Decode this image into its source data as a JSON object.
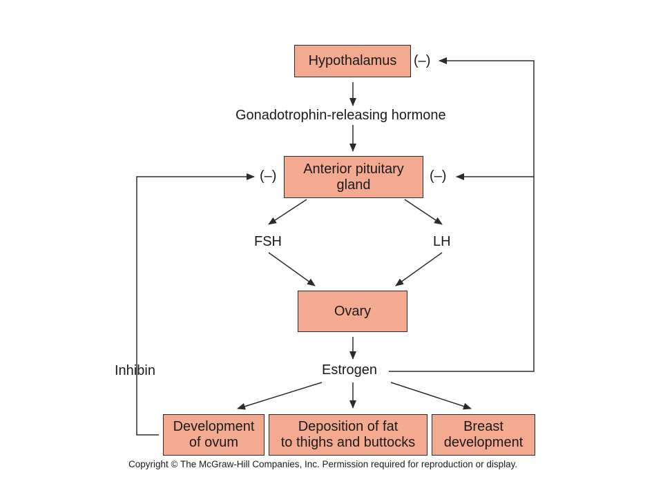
{
  "colors": {
    "box_fill": "#f4a991",
    "line": "#2b2b2b"
  },
  "nodes": {
    "hypothalamus": "Hypothalamus",
    "anterior_pituitary": "Anterior pituitary\ngland",
    "ovary": "Ovary",
    "development_of_ovum": "Development\nof ovum",
    "deposition_of_fat": "Deposition of fat\nto thighs and buttocks",
    "breast_development": "Breast\ndevelopment"
  },
  "labels": {
    "gnrh": "Gonadotrophin-releasing hormone",
    "fsh": "FSH",
    "lh": "LH",
    "estrogen": "Estrogen",
    "inhibin": "Inhibin",
    "negative_feedback": "(–)"
  },
  "copyright": "Copyright © The McGraw-Hill Companies, Inc. Permission required for reproduction or display."
}
